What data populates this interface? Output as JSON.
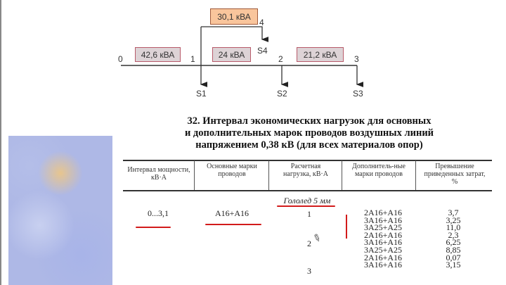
{
  "diagram": {
    "nodes": [
      "0",
      "1",
      "2",
      "3",
      "4"
    ],
    "loads": [
      "S1",
      "S2",
      "S3",
      "S4"
    ],
    "segments": {
      "s01": "42,6 кВА",
      "s12": "24 кВА",
      "s23": "21,2 кВА",
      "s14": "30,1 кВА"
    },
    "colors": {
      "segment_box": "#ddd3d6",
      "branch_box": "#f9c59c",
      "annotation": "#d21b1b"
    }
  },
  "table": {
    "title_line1": "32. Интервал экономических нагрузок для основных",
    "title_line2": "и дополнительных марок проводов воздушных линий",
    "title_line3": "напряжением 0,38 кВ (для всех материалов опор)",
    "headers": [
      "Интервал мощности, кВ·А",
      "Основные марки проводов",
      "Расчетная нагрузка, кВ·А",
      "Дополнитель-ные марки проводов",
      "Превышение приведенных затрат, %"
    ],
    "section": "Гололед 5 мм",
    "interval": "0...3,1",
    "main_wire": "А16+А16",
    "loads": [
      "1",
      "2",
      "3"
    ],
    "rows": [
      {
        "wire": "2А16+А16",
        "excess": "3,7"
      },
      {
        "wire": "3А16+А16",
        "excess": "3,25"
      },
      {
        "wire": "3А25+А25",
        "excess": "11,0"
      },
      {
        "wire": "2А16+А16",
        "excess": "2,3"
      },
      {
        "wire": "3А16+А16",
        "excess": "6,25"
      },
      {
        "wire": "3А25+А25",
        "excess": "8,85"
      },
      {
        "wire": "2А16+А16",
        "excess": "0,07"
      },
      {
        "wire": "3А16+А16",
        "excess": "3,15"
      }
    ]
  }
}
